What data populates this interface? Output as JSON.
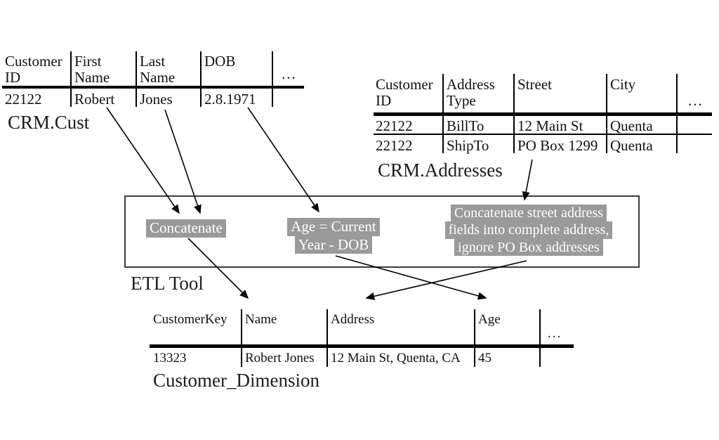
{
  "colors": {
    "highlight_bg": "#9a9a9a",
    "highlight_text": "#ffffff",
    "line_color": "#000000"
  },
  "tables": {
    "crm_cust": {
      "label": "CRM.Cust",
      "columns": [
        "Customer ID",
        "First Name",
        "Last Name",
        "DOB"
      ],
      "ellipsis": "...",
      "rows": [
        [
          "22122",
          "Robert",
          "Jones",
          "2.8.1971"
        ]
      ]
    },
    "crm_addresses": {
      "label": "CRM.Addresses",
      "columns": [
        "Customer ID",
        "Address Type",
        "Street",
        "City"
      ],
      "ellipsis": "...",
      "rows": [
        [
          "22122",
          "BillTo",
          "12 Main St",
          "Quenta"
        ],
        [
          "22122",
          "ShipTo",
          "PO Box 1299",
          "Quenta"
        ]
      ]
    },
    "customer_dimension": {
      "label": "Customer_Dimension",
      "columns": [
        "CustomerKey",
        "Name",
        "Address",
        "Age"
      ],
      "ellipsis": "...",
      "rows": [
        [
          "13323",
          "Robert Jones",
          "12 Main St, Quenta, CA",
          "45"
        ]
      ]
    }
  },
  "etl": {
    "label": "ETL Tool",
    "transformations": [
      {
        "lines": [
          "Concatenate"
        ]
      },
      {
        "lines": [
          "Age = Current",
          "Year - DOB"
        ]
      },
      {
        "lines": [
          "Concatenate street address",
          "fields into complete address,",
          "ignore PO Box addresses"
        ]
      }
    ]
  }
}
